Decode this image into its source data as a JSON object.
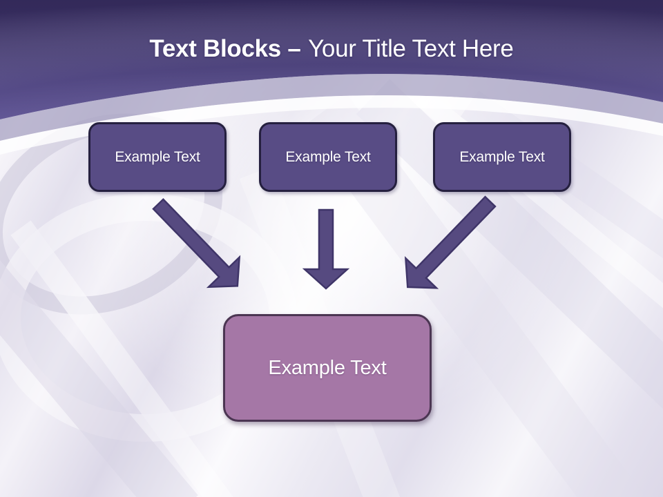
{
  "slide": {
    "title": {
      "bold": "Text Blocks –",
      "regular": "Your Title Text Here"
    },
    "top_boxes": [
      {
        "label": "Example Text"
      },
      {
        "label": "Example Text"
      },
      {
        "label": "Example Text"
      }
    ],
    "arrows": [
      {
        "direction": "down-right"
      },
      {
        "direction": "down"
      },
      {
        "direction": "down-left"
      }
    ],
    "result_box": {
      "label": "Example Text"
    },
    "colors": {
      "header_gradient_top": "#3f3569",
      "header_gradient_bottom": "#5f5494",
      "header_subband": "#a8a3c3",
      "top_box_fill": "#584c85",
      "top_box_border": "#25203f",
      "arrow_fill": "#564a80",
      "arrow_outline": "#3f3568",
      "result_box_fill": "#a577a6",
      "result_box_border": "#4b3552",
      "title_color": "#ffffff",
      "background_tint": "#eae8f2"
    }
  }
}
